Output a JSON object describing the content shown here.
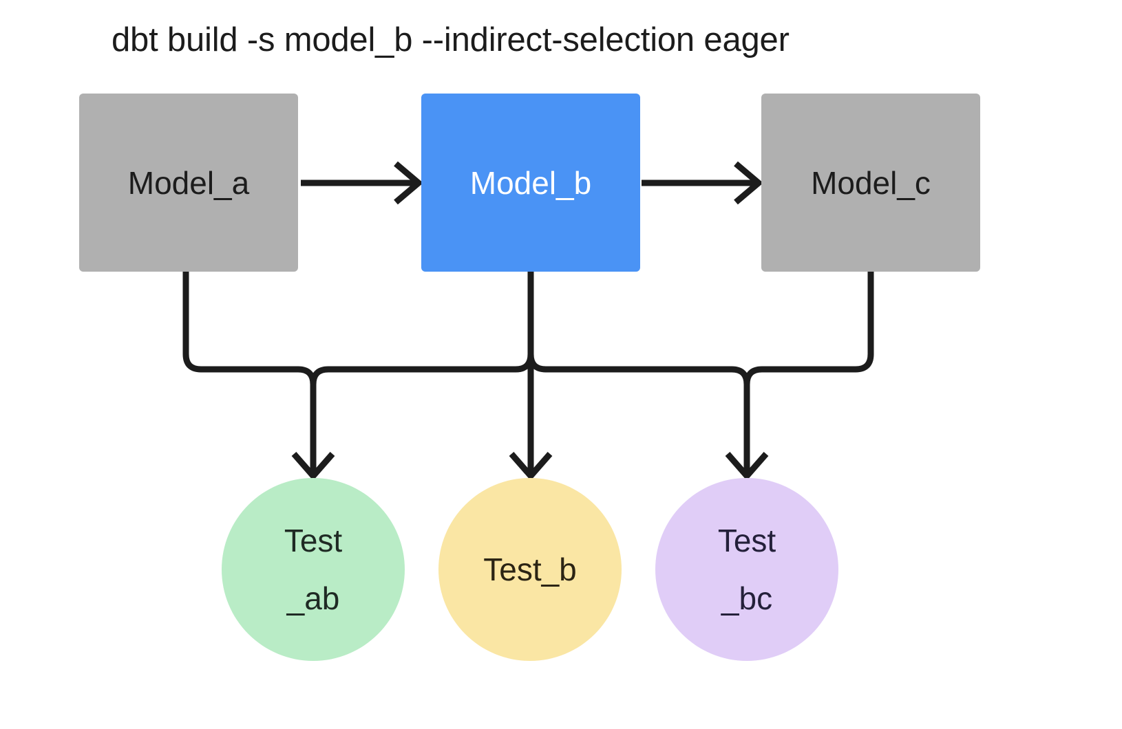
{
  "title": "dbt build -s model_b --indirect-selection eager",
  "background": "#ffffff",
  "colors": {
    "model_default": "#b0b0b0",
    "model_selected": "#4a93f5",
    "test_ab": "#b9ecc6",
    "test_b": "#fae6a4",
    "test_bc": "#e0cdf7",
    "edge": "#1c1c1c",
    "text_dark": "#1c1c1c",
    "text_light": "#ffffff"
  },
  "models": [
    {
      "id": "model_a",
      "label": "Model_a",
      "shape": "rectangle",
      "fill": "#b0b0b0",
      "text_color": "#1c1c1c",
      "selected": false
    },
    {
      "id": "model_b",
      "label": "Model_b",
      "shape": "rectangle",
      "fill": "#4a93f5",
      "text_color": "#ffffff",
      "selected": true
    },
    {
      "id": "model_c",
      "label": "Model_c",
      "shape": "rectangle",
      "fill": "#b0b0b0",
      "text_color": "#1c1c1c",
      "selected": false
    }
  ],
  "tests": [
    {
      "id": "test_ab",
      "label_line1": "Test",
      "label_line2": "_ab",
      "shape": "circle",
      "fill": "#b9ecc6"
    },
    {
      "id": "test_b",
      "label_line1": "Test_b",
      "label_line2": "",
      "shape": "circle",
      "fill": "#fae6a4"
    },
    {
      "id": "test_bc",
      "label_line1": "Test",
      "label_line2": "_bc",
      "shape": "circle",
      "fill": "#e0cdf7"
    }
  ],
  "edges": [
    {
      "from": "model_a",
      "to": "model_b",
      "style": "arrow-right"
    },
    {
      "from": "model_b",
      "to": "model_c",
      "style": "arrow-right"
    },
    {
      "from": "model_a",
      "to": "test_ab",
      "style": "elbow-down"
    },
    {
      "from": "model_b",
      "to": "test_ab",
      "style": "elbow-down"
    },
    {
      "from": "model_b",
      "to": "test_b",
      "style": "straight-down"
    },
    {
      "from": "model_b",
      "to": "test_bc",
      "style": "elbow-down"
    },
    {
      "from": "model_c",
      "to": "test_bc",
      "style": "elbow-down"
    }
  ]
}
